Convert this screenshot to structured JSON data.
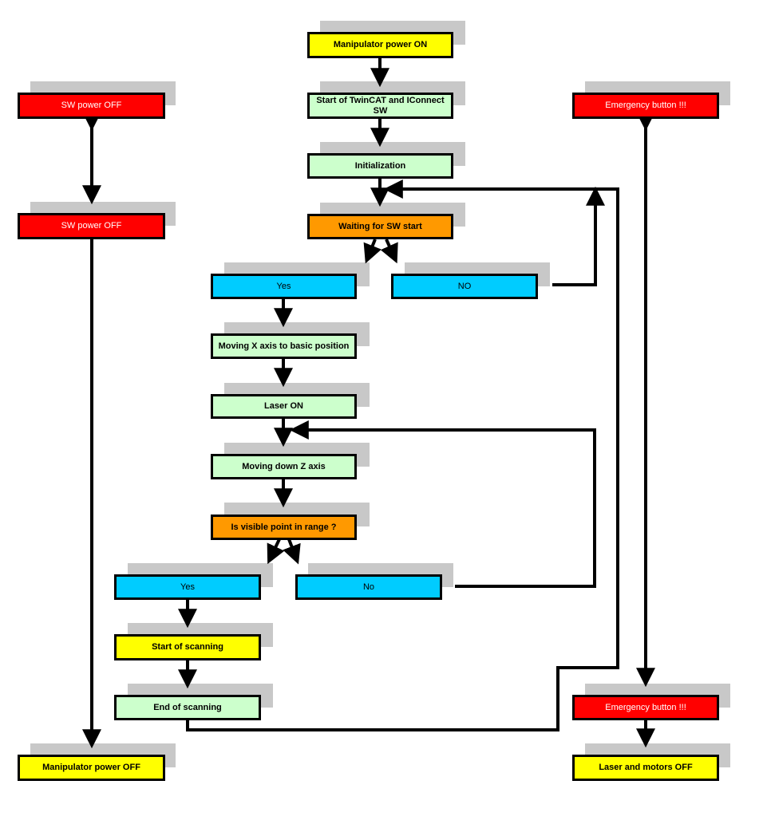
{
  "colors": {
    "yellow": "#ffff00",
    "green": "#ccffcc",
    "orange": "#ff9900",
    "red": "#ff0000",
    "blue": "#00ccff",
    "shadow": "#c8c8c8",
    "line": "#000000"
  },
  "nodes": {
    "manipulator_on": {
      "label": "Manipulator power ON",
      "color": "yellow"
    },
    "start_twincat": {
      "label": "Start of TwinCAT and IConnect SW",
      "color": "green"
    },
    "initialization": {
      "label": "Initialization",
      "color": "green"
    },
    "waiting_sw_start": {
      "label": "Waiting for SW start",
      "color": "orange"
    },
    "yes_1": {
      "label": "Yes",
      "color": "blue"
    },
    "no_1": {
      "label": "NO",
      "color": "blue"
    },
    "moving_x": {
      "label": "Moving X axis to basic position",
      "color": "green"
    },
    "laser_on": {
      "label": "Laser ON",
      "color": "green"
    },
    "moving_z": {
      "label": "Moving down Z axis",
      "color": "green"
    },
    "visible_point": {
      "label": "Is visible point in range ?",
      "color": "orange"
    },
    "yes_2": {
      "label": "Yes",
      "color": "blue"
    },
    "no_2": {
      "label": "No",
      "color": "blue"
    },
    "start_scanning": {
      "label": "Start of scanning",
      "color": "yellow"
    },
    "end_scanning": {
      "label": "End of scanning",
      "color": "green"
    },
    "sw_power_off_1": {
      "label": "SW power OFF",
      "color": "red"
    },
    "sw_power_off_2": {
      "label": "SW power OFF",
      "color": "red"
    },
    "manipulator_off": {
      "label": "Manipulator power OFF",
      "color": "yellow"
    },
    "emergency_1": {
      "label": "Emergency button !!!",
      "color": "red"
    },
    "emergency_2": {
      "label": "Emergency button !!!",
      "color": "red"
    },
    "laser_motors_off": {
      "label": "Laser and motors OFF",
      "color": "yellow"
    }
  }
}
